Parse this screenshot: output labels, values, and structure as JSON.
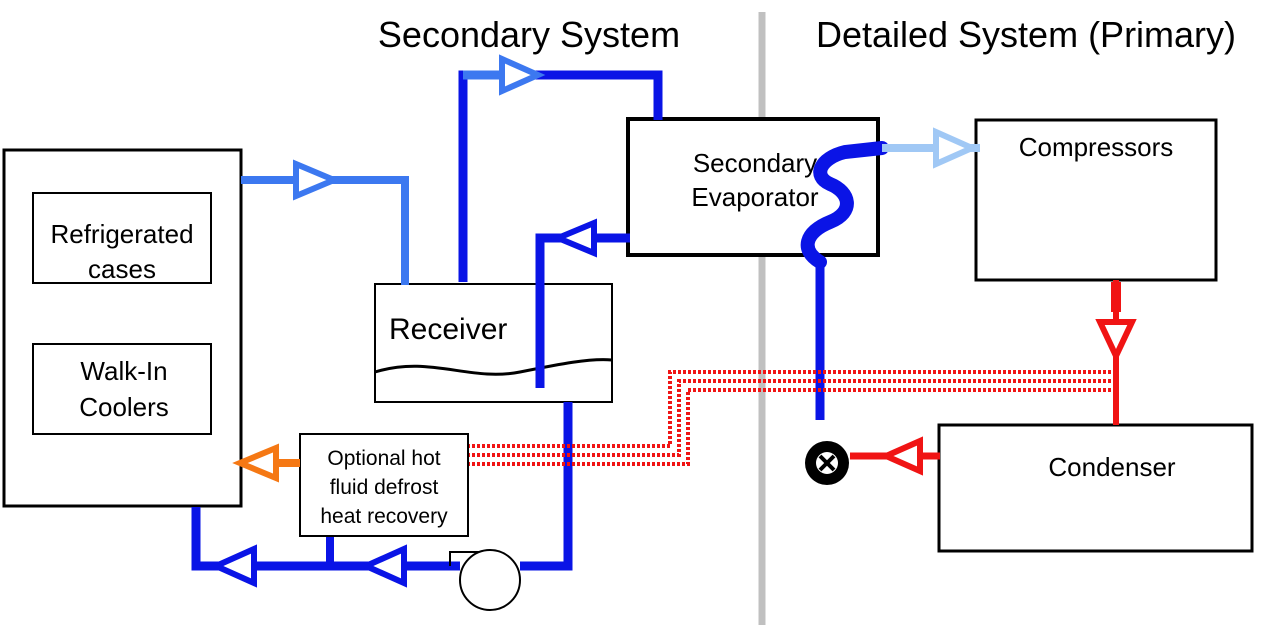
{
  "headings": {
    "secondary": "Secondary System",
    "primary": "Detailed System (Primary)"
  },
  "boxes": {
    "refrigerated_cases": [
      "Refrigerated",
      "cases"
    ],
    "walk_in_coolers": [
      "Walk-In",
      "Coolers"
    ],
    "receiver": "Receiver",
    "secondary_evaporator": [
      "Secondary",
      "Evaporator"
    ],
    "compressors": "Compressors",
    "condenser": "Condenser",
    "defrost": [
      "Optional hot",
      "fluid defrost",
      "heat recovery"
    ]
  },
  "colors": {
    "secondary_fluid": "#0a14e6",
    "secondary_supply": "#3c78f0",
    "suction_vapor": "#a0c8f5",
    "refrigerant_hot": "#f01414",
    "defrost_output": "#f57814",
    "divider": "#c0c0c0"
  },
  "icons": {
    "expansion_valve": "expansion-valve-icon",
    "pump": "pump-icon"
  }
}
